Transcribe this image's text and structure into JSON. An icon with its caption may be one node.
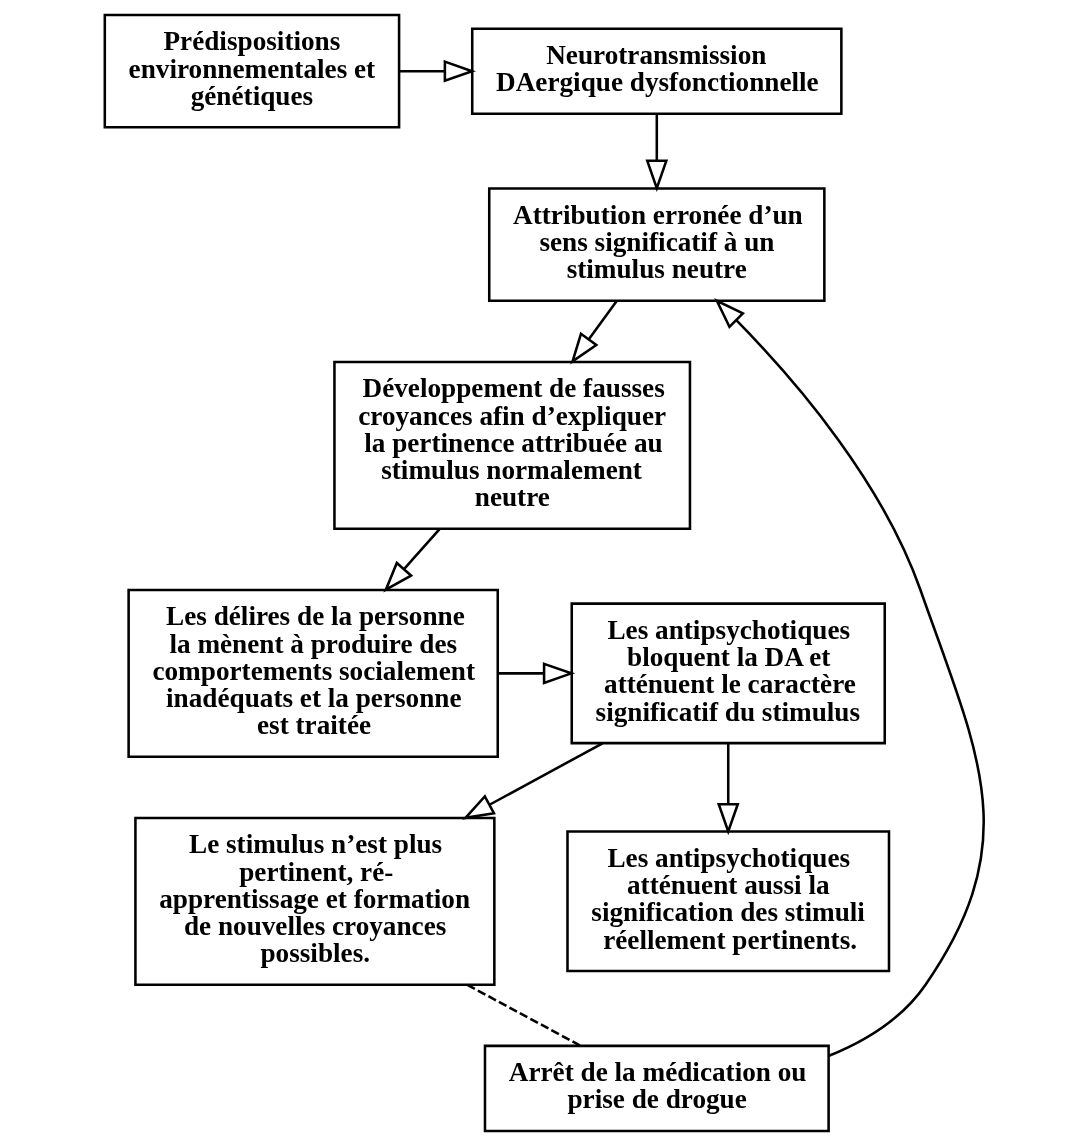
{
  "diagram": {
    "nodes": [
      {
        "text": [
          "Prédispositions environnementales et génétiques"
        ]
      },
      {
        "text": [
          "Neurotransmission DAergique dysfonctionnelle"
        ]
      },
      {
        "text": [
          "Attribution erronée d’un sens significatif à un stimulus neutre"
        ]
      },
      {
        "text": [
          "Arrêt de la médication ou prise de drogue"
        ]
      },
      {
        "text": [
          "Développement de fausses croyances afin d’expliquer la pertinence attribuée au stimulus normalement neutre"
        ]
      },
      {
        "text": [
          "Le stimulus n’est plus pertinent, ré-apprentissage et formation de nouvelles croyances possibles."
        ]
      },
      {
        "text": [
          "Les délires de la personne  la mènent à produire des comportements socialement inadéquats et la personne est traitée"
        ]
      },
      {
        "text": [
          "Les antipsychotiques bloquent la DA et atténuent le caractère significatif du stimulus"
        ]
      },
      {
        "text": [
          "Les antipsychotiques atténuent aussi la signification des stimuli réellement pertinents."
        ]
      }
    ],
    "edges": [
      {
        "from": 0,
        "to": 1,
        "arrow": "to"
      },
      {
        "from": 1,
        "to": 2,
        "arrow": "to"
      },
      {
        "from": 3,
        "to": 2,
        "arrow": "to"
      },
      {
        "from": 2,
        "to": 4,
        "arrow": "to"
      },
      {
        "from": 5,
        "to": 3,
        "arrow": "none",
        "style": "dashed"
      },
      {
        "from": 4,
        "to": 6,
        "arrow": "to"
      },
      {
        "from": 6,
        "to": 7,
        "arrow": "to"
      },
      {
        "from": 7,
        "to": 5,
        "arrow": "to"
      },
      {
        "from": 7,
        "to": 8,
        "arrow": "to"
      }
    ]
  }
}
